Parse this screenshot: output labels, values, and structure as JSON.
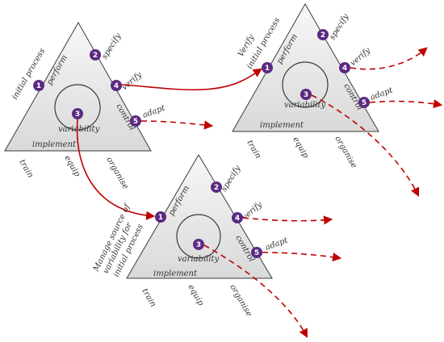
{
  "colors": {
    "node": "#5b2a82",
    "arrow": "#c00000",
    "triangle_fill_top": "#f7f7f7",
    "triangle_fill_bottom": "#d9d9d9",
    "stroke": "#3a3a3a"
  },
  "triangles": {
    "t1": {
      "side_label": "initial process",
      "perform": "perform",
      "specify": "specify",
      "verify": "verify",
      "control": "control",
      "adapt": "adapt",
      "variability": "variability",
      "implement": "implement",
      "train": "train",
      "equip": "equip",
      "organise": "organise",
      "nodes": [
        "1",
        "2",
        "3",
        "4",
        "5"
      ]
    },
    "t2": {
      "side_label_line1": "Verify",
      "side_label_line2": "initial process",
      "perform": "perform",
      "specify": "specify",
      "verify": "verify",
      "control": "control",
      "adapt": "adapt",
      "variability": "variability",
      "implement": "implement",
      "train": "train",
      "equip": "equip",
      "organise": "organise",
      "nodes": [
        "1",
        "2",
        "3",
        "4",
        "5"
      ]
    },
    "t3": {
      "side_label_line1": "Manage source of",
      "side_label_line2": "variability for",
      "side_label_line3": "initial process",
      "perform": "perform",
      "specify": "specify",
      "verify": "verify",
      "control": "control",
      "adapt": "adapt",
      "variability": "variability",
      "implement": "implement",
      "train": "train",
      "equip": "equip",
      "organise": "organise",
      "nodes": [
        "1",
        "2",
        "3",
        "4",
        "5"
      ]
    }
  }
}
